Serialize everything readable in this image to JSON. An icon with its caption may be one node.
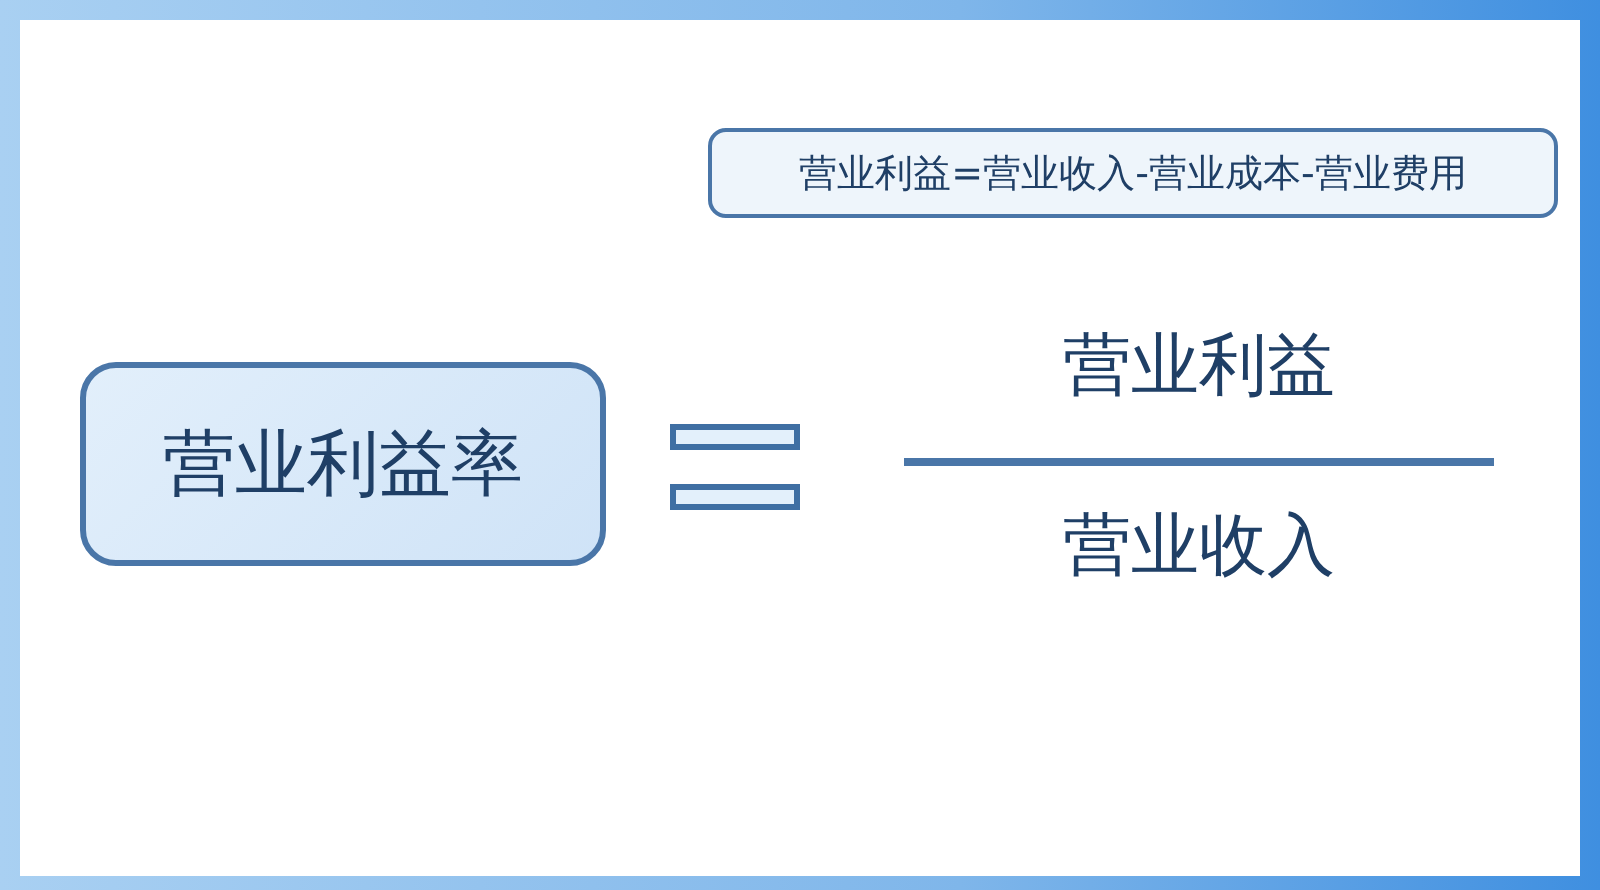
{
  "diagram": {
    "nodes": [
      {
        "text": [
          "营业利益=营业收入-营业成本-营业费用"
        ]
      },
      {
        "text": [
          "营业利益率"
        ]
      }
    ],
    "labels": [
      "营业利益",
      "营业收入"
    ]
  }
}
